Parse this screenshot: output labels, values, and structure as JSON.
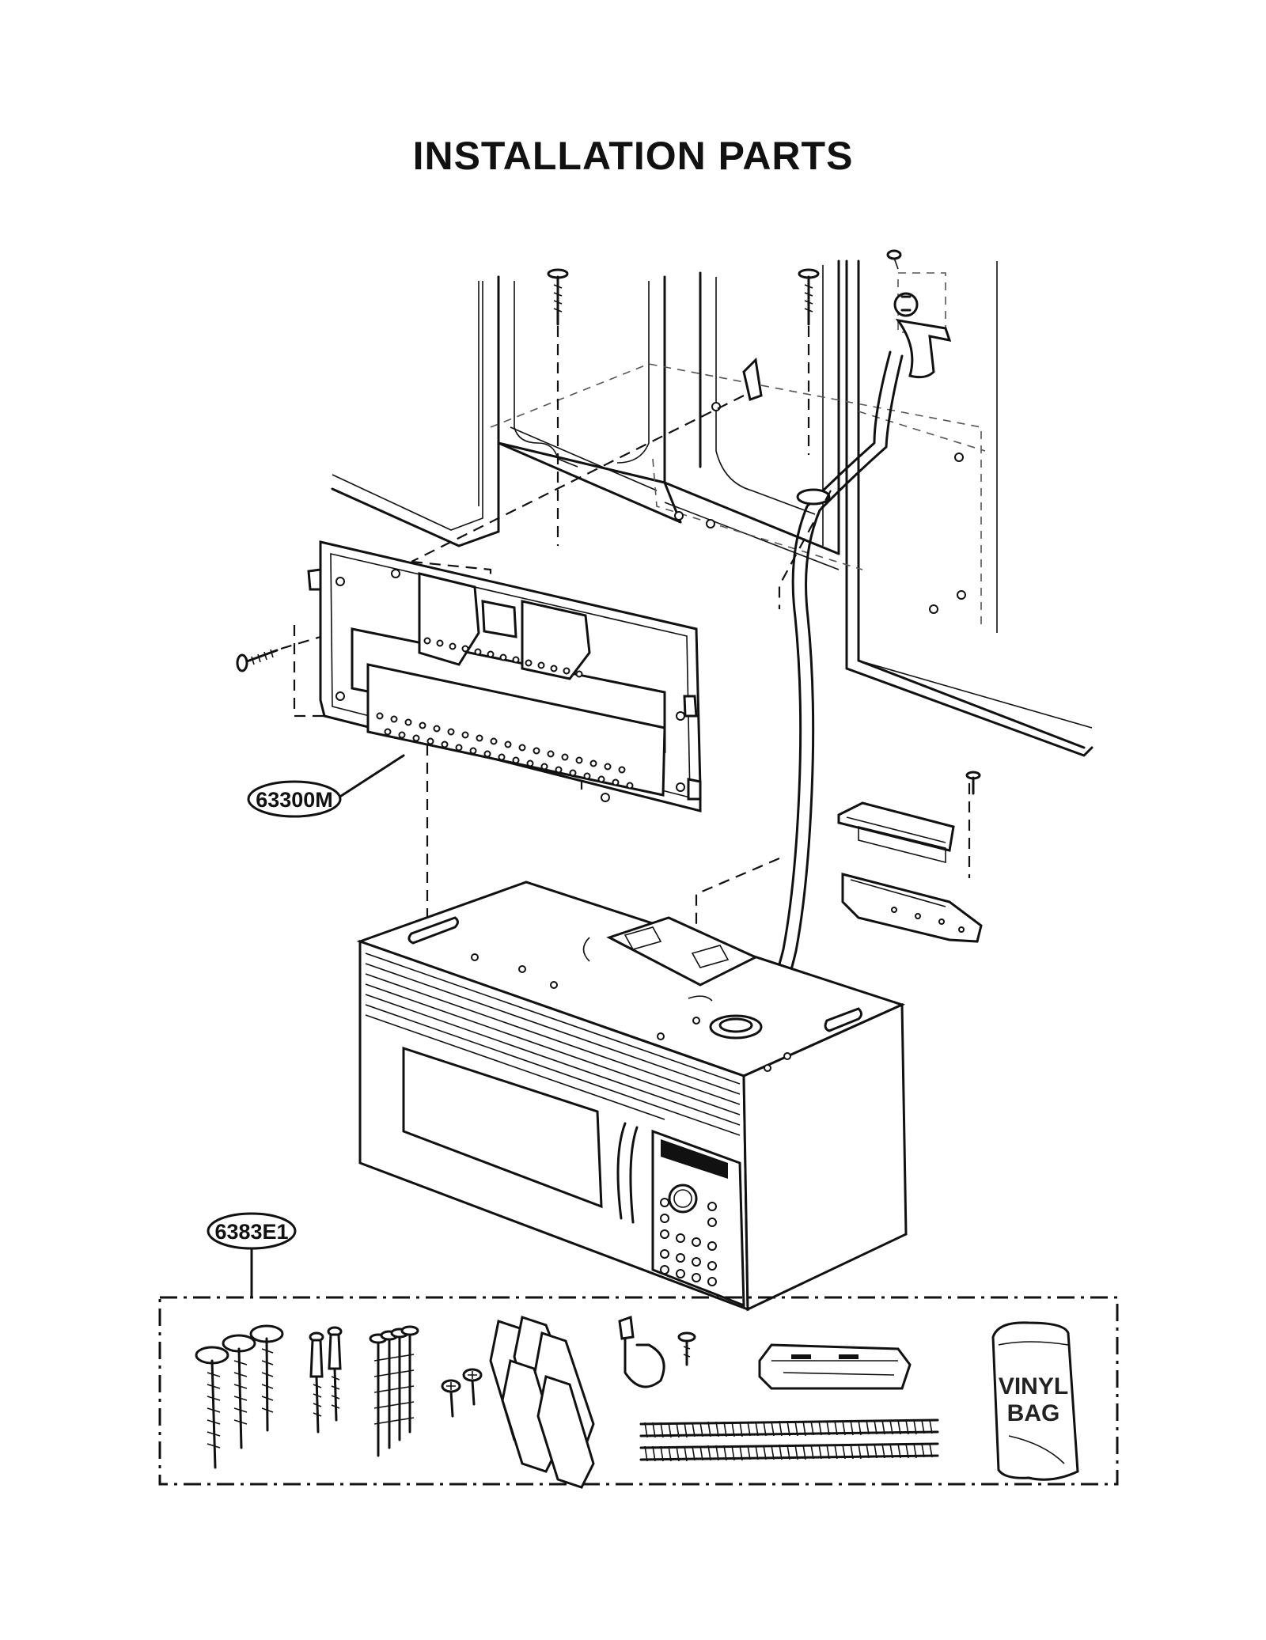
{
  "title": "INSTALLATION PARTS",
  "callouts": {
    "mounting_plate": "63300M",
    "install_kit": "6383E1"
  },
  "kit_items": {
    "vinyl_bag_line1": "VINYL",
    "vinyl_bag_line2": "BAG"
  },
  "colors": {
    "line": "#111111",
    "background": "#ffffff"
  }
}
